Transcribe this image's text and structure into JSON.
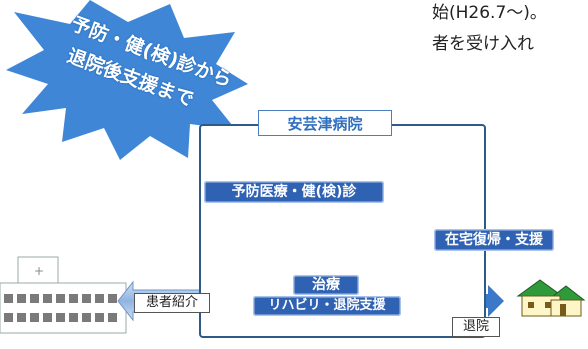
{
  "intro_lines": [
    "始(H26.7～)。",
    "者を受け入れ"
  ],
  "starburst": {
    "line1": "予防・健(検)診から",
    "line2": "退院後支援まで"
  },
  "hospital": {
    "name": "安芸津病院"
  },
  "labels": {
    "prevention": "予防医療・健(検)診",
    "home_return": "在宅復帰・支援",
    "treatment": "治療",
    "rehab": "リハビリ・退院支援",
    "referral": "患者紹介",
    "discharge": "退院"
  },
  "colors": {
    "pill": "#2f62b3",
    "arrow_red": "#e8202a",
    "arrow_blue": "#3b78c8",
    "burst": "#3f86d6"
  }
}
